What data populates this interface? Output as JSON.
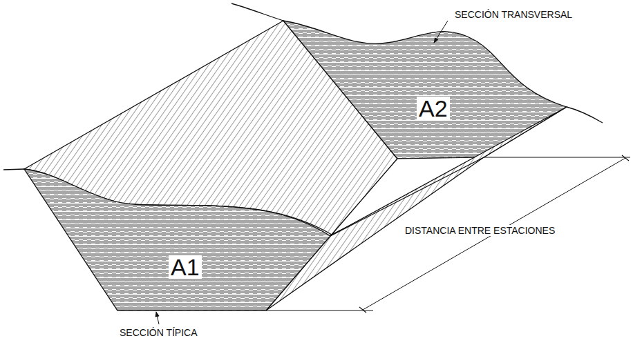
{
  "diagram": {
    "labels": [
      "SECCIÓN TRANSVERSAL",
      "A2",
      "A1",
      "DISTANCIA ENTRE ESTACIONES",
      "SECCIÓN TÍPICA"
    ]
  }
}
